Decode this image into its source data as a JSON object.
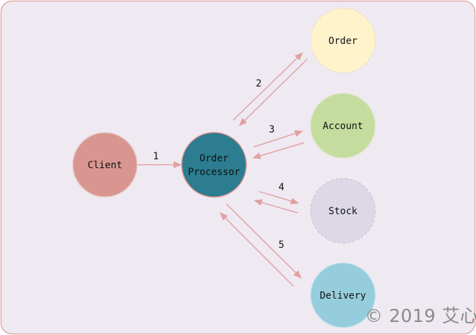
{
  "nodes": {
    "client": {
      "label": "Client",
      "fill": "#d99690"
    },
    "processor": {
      "label_line1": "Order",
      "label_line2": "Processor",
      "fill": "#2b7d8f"
    },
    "order": {
      "label": "Order",
      "fill": "#fff3cc"
    },
    "account": {
      "label": "Account",
      "fill": "#c5dc9f"
    },
    "stock": {
      "label": "Stock",
      "fill": "#ddd8e6"
    },
    "delivery": {
      "label": "Delivery",
      "fill": "#96cddd"
    }
  },
  "edges": {
    "e1": "1",
    "e2": "2",
    "e3": "3",
    "e4": "4",
    "e5": "5"
  },
  "colors": {
    "background": "#efe9f2",
    "border": "#e0a9a9",
    "arrow": "#e1a1a1"
  },
  "watermark": "© 2019 艾心"
}
